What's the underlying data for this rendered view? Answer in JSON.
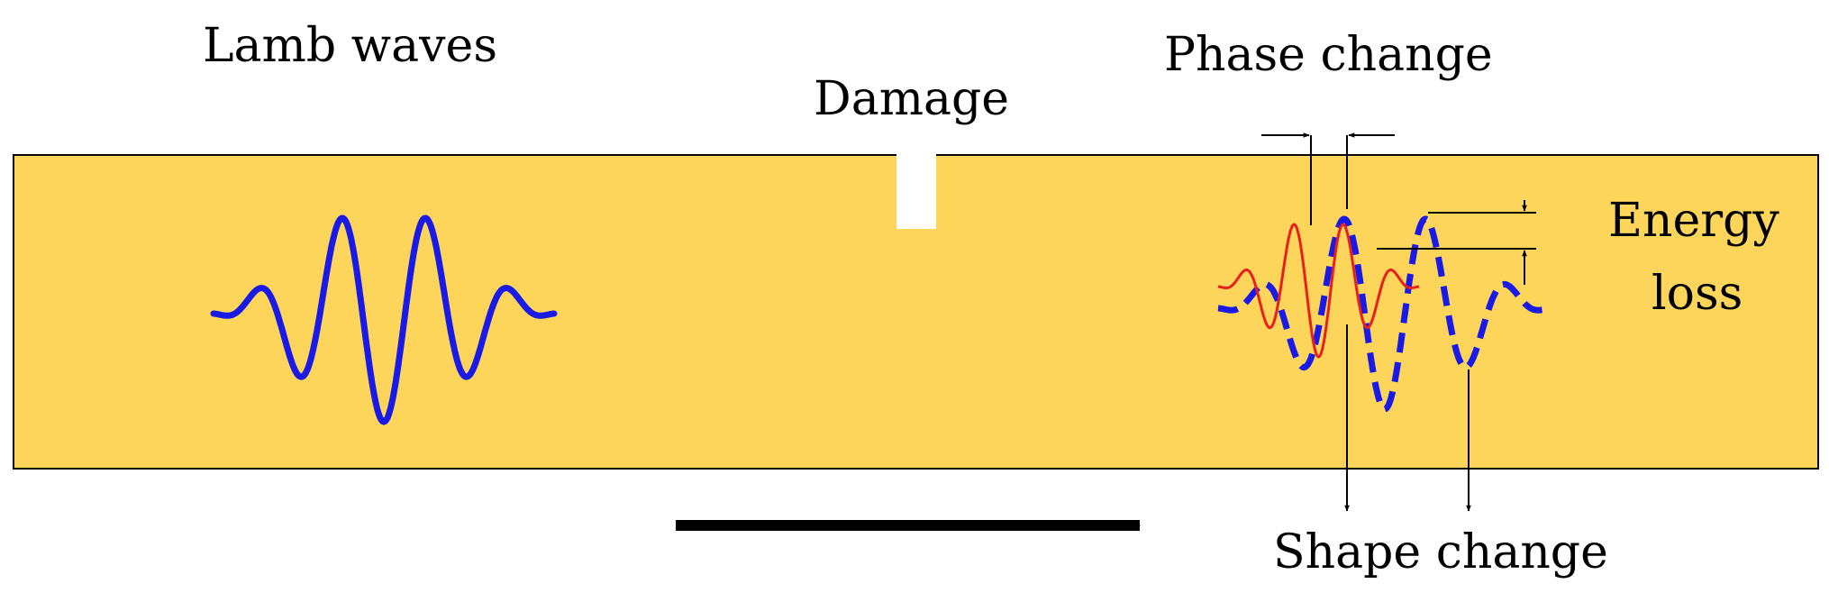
{
  "labels": {
    "lamb_waves": "Lamb waves",
    "damage": "Damage",
    "phase_change": "Phase change",
    "energy_line1": "Energy",
    "energy_line2": "loss",
    "shape_change": "Shape change"
  },
  "colors": {
    "plate": "#FCD55A",
    "plate_border": "#000000",
    "incident_wave": "#1A1AE6",
    "damaged_wave": "#1A1AE6",
    "reference_wave": "#E8201C",
    "arrow": "#000000",
    "notch": "#FFFFFF"
  }
}
